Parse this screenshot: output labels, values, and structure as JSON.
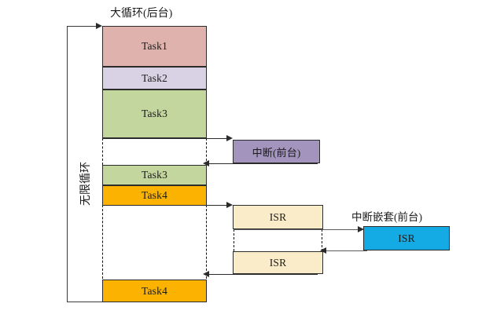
{
  "diagram": {
    "title_main_loop": "大循环(后台)",
    "label_infinite_loop": "无限循环",
    "label_interrupt": "中断(前台)",
    "label_nested_interrupt": "中断嵌套(前台)",
    "tasks": [
      {
        "label": "Task1",
        "color": "#dfb2ad"
      },
      {
        "label": "Task2",
        "color": "#d9d2e4"
      },
      {
        "label": "Task3",
        "color": "#c3d69e"
      },
      {
        "label": "Task3",
        "color": "#c3d69e"
      },
      {
        "label": "Task4",
        "color": "#fbb200"
      },
      {
        "label": "Task4",
        "color": "#fbb200"
      }
    ],
    "isr_boxes": [
      {
        "label": "ISR",
        "color": "#fbecc9"
      },
      {
        "label": "ISR",
        "color": "#fbecc9"
      },
      {
        "label": "ISR",
        "color": "#14aae3"
      }
    ],
    "interrupt_box": {
      "label": "中断(前台)",
      "color": "#a394bd"
    },
    "colors": {
      "task1": "#dfb2ad",
      "task2": "#d9d2e4",
      "task3": "#c3d69e",
      "task4": "#fbb200",
      "isr_cream": "#fbecc9",
      "isr_blue": "#14aae3",
      "interrupt_purple": "#a394bd",
      "stroke": "#2b2b2b",
      "background": "#ffffff"
    }
  }
}
